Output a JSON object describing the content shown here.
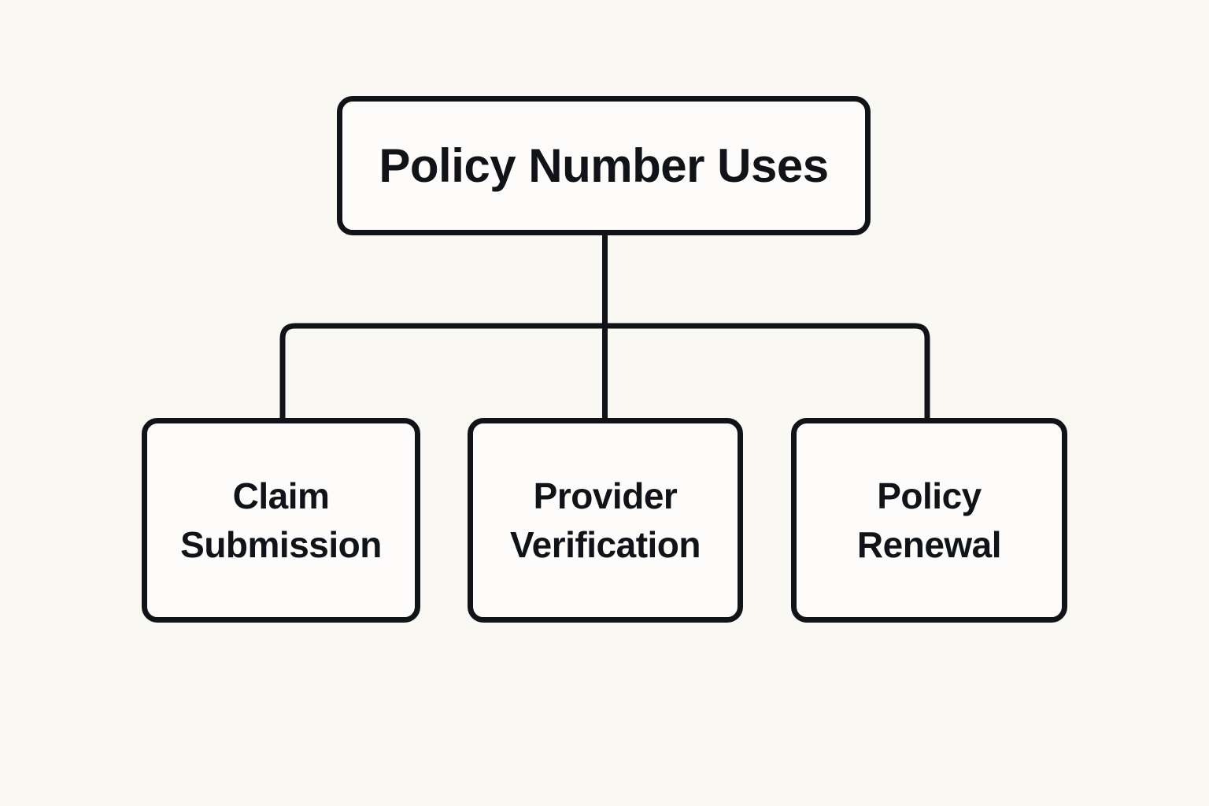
{
  "diagram": {
    "type": "tree",
    "title": "Policy Number Uses",
    "orientation": "top-down",
    "colors": {
      "background": "#FAF8F3",
      "node_fill": "#FDFCFA",
      "stroke": "#101418",
      "text": "#101418"
    },
    "root": {
      "id": "policy-number-uses",
      "label": "Policy Number Uses"
    },
    "children": [
      {
        "id": "claim-submission",
        "label": "Claim\nSubmission",
        "line1": "Claim",
        "line2": "Submission"
      },
      {
        "id": "provider-verification",
        "label": "Provider\nVerification",
        "line1": "Provider",
        "line2": "Verification"
      },
      {
        "id": "policy-renewal",
        "label": "Policy\nRenewal",
        "line1": "Policy",
        "line2": "Renewal"
      }
    ],
    "edges": [
      {
        "from": "policy-number-uses",
        "to": "claim-submission"
      },
      {
        "from": "policy-number-uses",
        "to": "provider-verification"
      },
      {
        "from": "policy-number-uses",
        "to": "policy-renewal"
      }
    ]
  }
}
